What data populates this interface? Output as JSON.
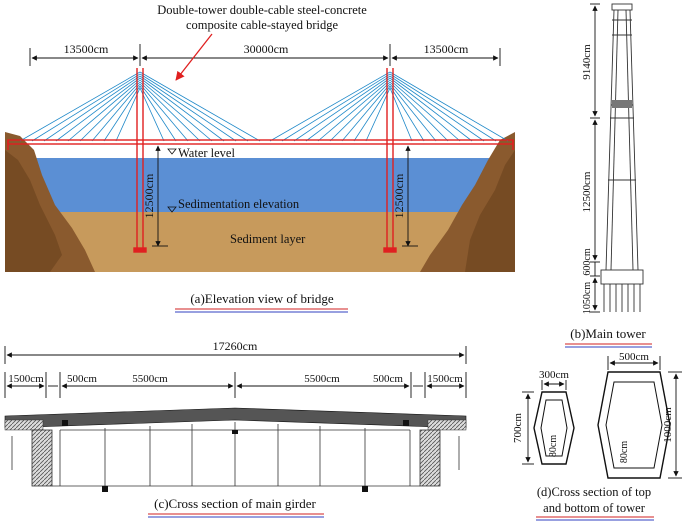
{
  "elevation": {
    "title": "Double-tower double-cable steel-concrete",
    "title_line2": "composite cable-stayed bridge",
    "span_left": "13500cm",
    "span_main": "30000cm",
    "span_right": "13500cm",
    "water_level": "Water level",
    "sedimentation": "Sedimentation elevation",
    "sediment_layer": "Sediment layer",
    "height_left": "12500cm",
    "height_right": "12500cm",
    "caption": "(a)Elevation view of bridge"
  },
  "tower": {
    "dim_top": "9140cm",
    "dim_mid": "12500cm",
    "dim_600": "600cm",
    "dim_1050": "1050cm",
    "caption": "(b)Main tower"
  },
  "girder": {
    "total": "17260cm",
    "segments": [
      "1500cm",
      "500cm",
      "5500cm",
      "5500cm",
      "500cm",
      "1500cm"
    ],
    "caption": "(c)Cross section of main girder"
  },
  "tower_section": {
    "top_width": "300cm",
    "bottom_width": "500cm",
    "top_height": "700cm",
    "bottom_height": "1000cm",
    "top_wall": "80cm",
    "bottom_wall": "80cm",
    "caption_line1": "(d)Cross section of top",
    "caption_line2": "and bottom of tower"
  },
  "colors": {
    "cable": "#1e88c8",
    "tower": "#e02020",
    "water": "#5b8fd4",
    "sediment": "#c79a5c",
    "rock": "#8a5a2e",
    "arrow": "#e02020",
    "underline_red": "#d02020",
    "underline_blue": "#3040c0"
  }
}
